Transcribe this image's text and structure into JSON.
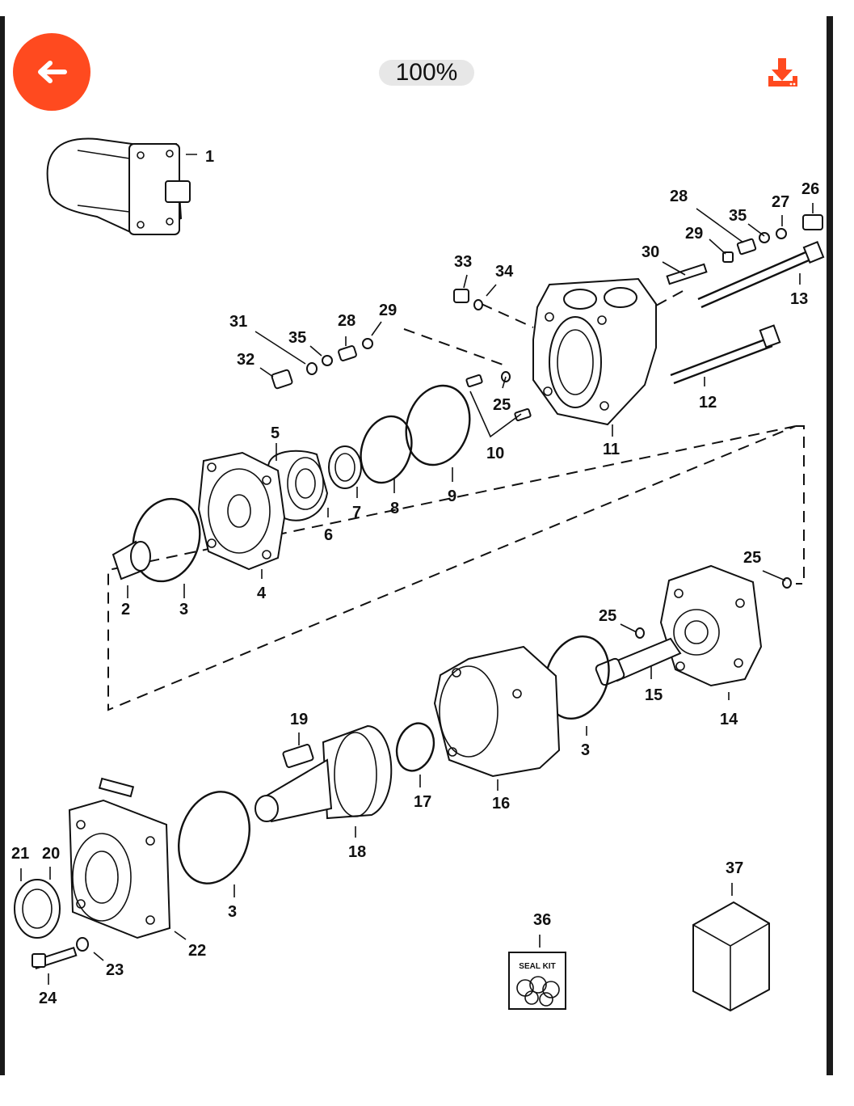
{
  "toolbar": {
    "zoom_label": "100%",
    "back_icon": "arrow-left-icon",
    "download_icon": "download-icon",
    "accent_color": "#ff4a1f"
  },
  "diagram": {
    "callouts": [
      "1",
      "2",
      "3",
      "3",
      "3",
      "4",
      "5",
      "6",
      "7",
      "8",
      "9",
      "10",
      "11",
      "12",
      "13",
      "14",
      "15",
      "16",
      "17",
      "18",
      "19",
      "20",
      "21",
      "22",
      "23",
      "24",
      "25",
      "25",
      "25",
      "26",
      "27",
      "28",
      "28",
      "29",
      "29",
      "30",
      "31",
      "32",
      "33",
      "34",
      "35",
      "35",
      "36",
      "37"
    ],
    "seal_kit_label": "SEAL KIT"
  }
}
